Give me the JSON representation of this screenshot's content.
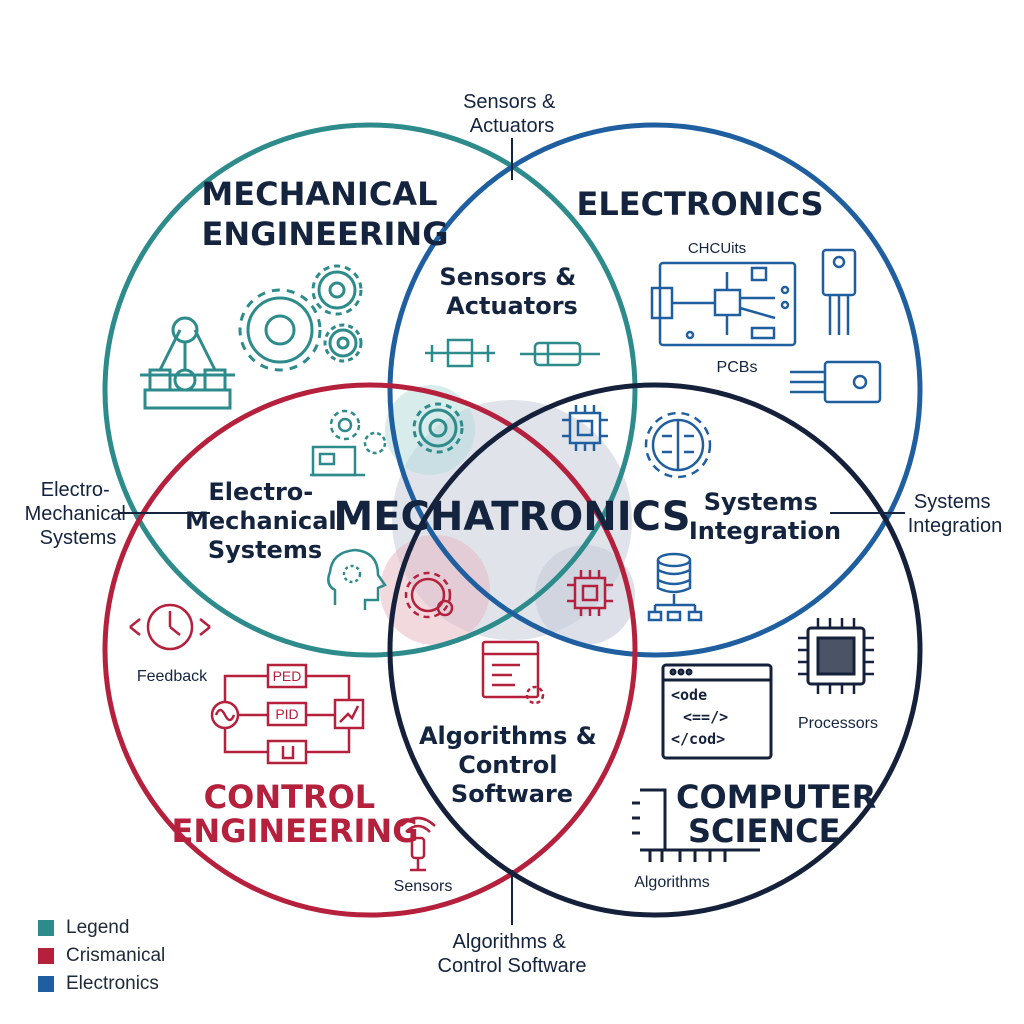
{
  "colors": {
    "mechanical": "#2e8b8b",
    "electronics": "#1f5fa0",
    "control": "#b5203c",
    "computer": "#15213a",
    "text": "#14233e"
  },
  "circles": {
    "mechanical": "MECHANICAL ENGINEERING",
    "electronics": "ELECTRONICS",
    "control": "CONTROL ENGINEERING",
    "computer": "COMPUTER SCIENCE"
  },
  "titles": {
    "mechanical_1": "MECHANICAL",
    "mechanical_2": "ENGINEERING",
    "electronics": "ELECTRONICS",
    "control_1": "CONTROL",
    "control_2": "ENGINEERING",
    "computer_1": "COMPUTER",
    "computer_2": "SCIENCE",
    "center": "MECHATRONICS"
  },
  "intersections": {
    "sensors_1": "Sensors &",
    "sensors_2": "Actuators",
    "electro_1": "Electro-",
    "electro_2": "Mechanical",
    "electro_3": "Systems",
    "systems_1": "Systems",
    "systems_2": "Integration",
    "algo_1": "Algorithms &",
    "algo_2": "Control",
    "algo_3": "Software"
  },
  "callouts": {
    "top_1": "Sensors &",
    "top_2": "Actuators",
    "left_1": "Electro-",
    "left_2": "Mechanical",
    "left_3": "Systems",
    "right_1": "Systems",
    "right_2": "Integration",
    "bottom_1": "Algorithms &",
    "bottom_2": "Control Software"
  },
  "icon_labels": {
    "circuits": "CHCUits",
    "pcbs": "PCBs",
    "feedback": "Feedback",
    "pid_top": "PED",
    "pid_mid": "PID",
    "processors": "Processors",
    "code_1": "<ode",
    "code_2": "<==/>",
    "code_3": "</cod>",
    "algorithms": "Algorithms",
    "sensors": "Sensors"
  },
  "legend": [
    {
      "label": "Legend",
      "color": "#2e8b8b"
    },
    {
      "label": "Crismanical",
      "color": "#b5203c"
    },
    {
      "label": "Electronics",
      "color": "#1f5fa0"
    }
  ]
}
